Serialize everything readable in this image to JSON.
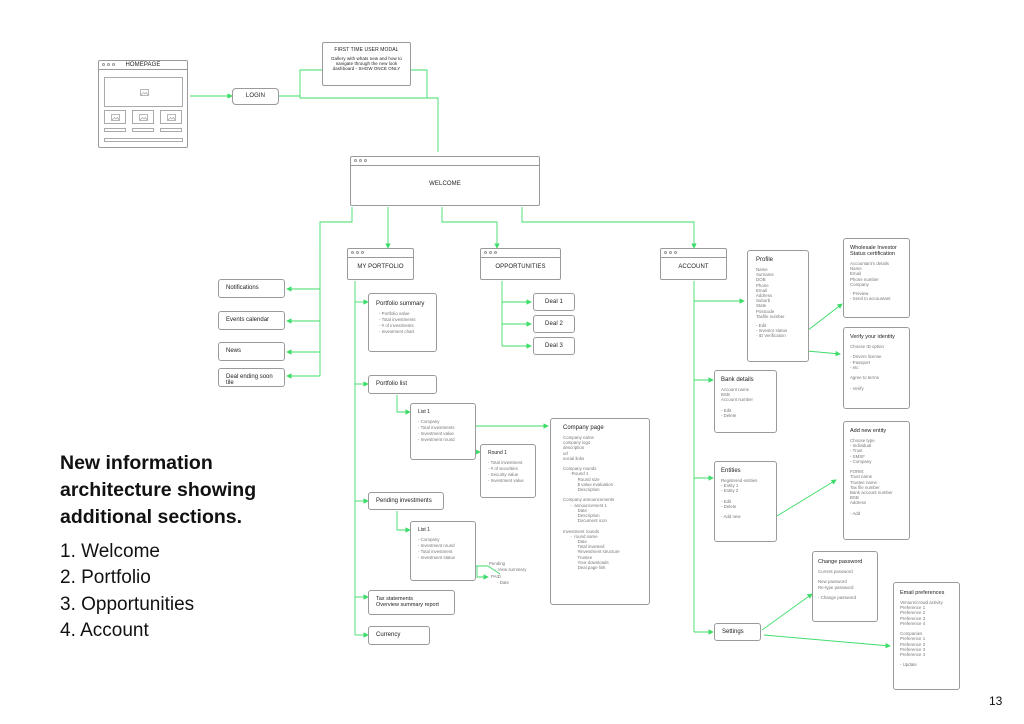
{
  "homepage": {
    "title": "HOMEPAGE"
  },
  "login": {
    "label": "LOGIN"
  },
  "modal": {
    "title": "FIRST TIME USER MODAL",
    "body": "Gallery with whats new and how to navigate through the new look dashboard  - SHOW ONCE ONLY"
  },
  "welcome": {
    "label": "WELCOME"
  },
  "sections": {
    "portfolio": "MY PORTFOLIO",
    "opportunities": "OPPORTUNITIES",
    "account": "ACCOUNT"
  },
  "welcome_items": [
    "Notifications",
    "Events calendar",
    "News",
    "Deal ending soon tile"
  ],
  "deals": [
    "Deal 1",
    "Deal 2",
    "Deal 3"
  ],
  "portfolio_summary": {
    "title": "Portfolio summary",
    "items": [
      "- Portfolio value",
      "- Total investments",
      "- # of investments",
      "- Investment chart"
    ]
  },
  "portfolio_list": {
    "title": "Portfolio list"
  },
  "list1": {
    "title": "List 1",
    "items": [
      "- Company",
      "- Total investments",
      "- Investment value",
      "- Investment round"
    ]
  },
  "round1": {
    "title": "Round 1",
    "items": [
      "- Total investment",
      "- # of securities",
      "- Security value",
      "- Investment value"
    ]
  },
  "company_page": {
    "title": "Company page",
    "lines": [
      "Company name",
      "company logo",
      "description",
      "url",
      "social links",
      "",
      "Company rounds",
      "      -Round 1",
      "            Round size",
      "            $ value evaluation",
      "            Description",
      "",
      "Company announcements",
      "      -  announcement 1",
      "            Date",
      "            Description",
      "            Document icon",
      "",
      "Investment rounds",
      "      -  round name",
      "            Date",
      "            Total invested",
      "            #investment structure",
      "            Trustee",
      "            Your downloads",
      "            Deal page link"
    ]
  },
  "pending": {
    "title": "Pending investments"
  },
  "list1b": {
    "title": "List 1",
    "items": [
      "- Company",
      "- Investment round",
      "- Total investment",
      "- Investment status"
    ]
  },
  "status_pending": {
    "title": "Pending",
    "sub": "- View summary"
  },
  "status_paid": {
    "title": "PAID",
    "sub": "- Date"
  },
  "tax": {
    "line1": "Tax statements",
    "line2": "Overview summary report"
  },
  "currency": {
    "title": "Currency"
  },
  "profile": {
    "title": "Profile",
    "fields": [
      "Name",
      "Surname",
      "DOB",
      "Phone",
      "Email",
      "Address",
      "Suburb",
      "State",
      "Postcode",
      "Taxfile number"
    ],
    "actions": [
      "- Edit",
      "- Investor status",
      "- ID Verification"
    ]
  },
  "wholesale": {
    "title_l1": "Wholesale Investor",
    "title_l2": "Status certification",
    "lines": [
      "Accountant's details",
      "Name",
      "Email",
      "Phone number",
      "Company"
    ],
    "actions": [
      "- Preview",
      "- Send to accountant"
    ]
  },
  "verify": {
    "title": "Verify your identity",
    "lines": [
      "Choose ID option",
      "",
      "- Drivers license",
      "- Passport",
      "- etc",
      "",
      "Agree to terms",
      "",
      "- Verify"
    ]
  },
  "bank": {
    "title": "Bank details",
    "lines": [
      "Account name",
      "BSB",
      "Account number",
      "",
      "- Edit",
      "- Delete"
    ]
  },
  "entities": {
    "title": "Entities",
    "lines": [
      "Registered entities",
      "- Entity 1",
      "- Entity 2",
      "",
      "- Edit",
      "- Delete",
      "",
      "- Add new"
    ]
  },
  "add_entity": {
    "title": "Add new entity",
    "lines": [
      "Choose type",
      "- Individual",
      "- Trust",
      "- SMSF",
      "- Company",
      "",
      "FORM:",
      "Trust name",
      "Trustee name",
      "Tax file number",
      "Bank account number",
      "BSB",
      "Address",
      "",
      "- Add"
    ]
  },
  "settings": {
    "title": "Settings"
  },
  "change_password": {
    "title": "Change password",
    "lines": [
      "Current password",
      "",
      "New password",
      "Re-type password",
      "",
      "- Change password"
    ]
  },
  "email_prefs": {
    "title": "Email preferences",
    "lines": [
      "Venture/crowd activity",
      "Preference 1",
      "Preference 2",
      "Preference 3",
      "Preference 4",
      "",
      "Companies",
      "Preference 1",
      "Preference 2",
      "Preference 3",
      "Preference 4",
      "",
      "- Update"
    ]
  },
  "caption": {
    "heading": "New information architecture showing additional sections.",
    "steps": [
      "Welcome",
      "Portfolio",
      "Opportunities",
      "Account"
    ],
    "page_number": "13"
  },
  "colors": {
    "connector": "#3ddc6a",
    "border": "#9a9a9a"
  }
}
